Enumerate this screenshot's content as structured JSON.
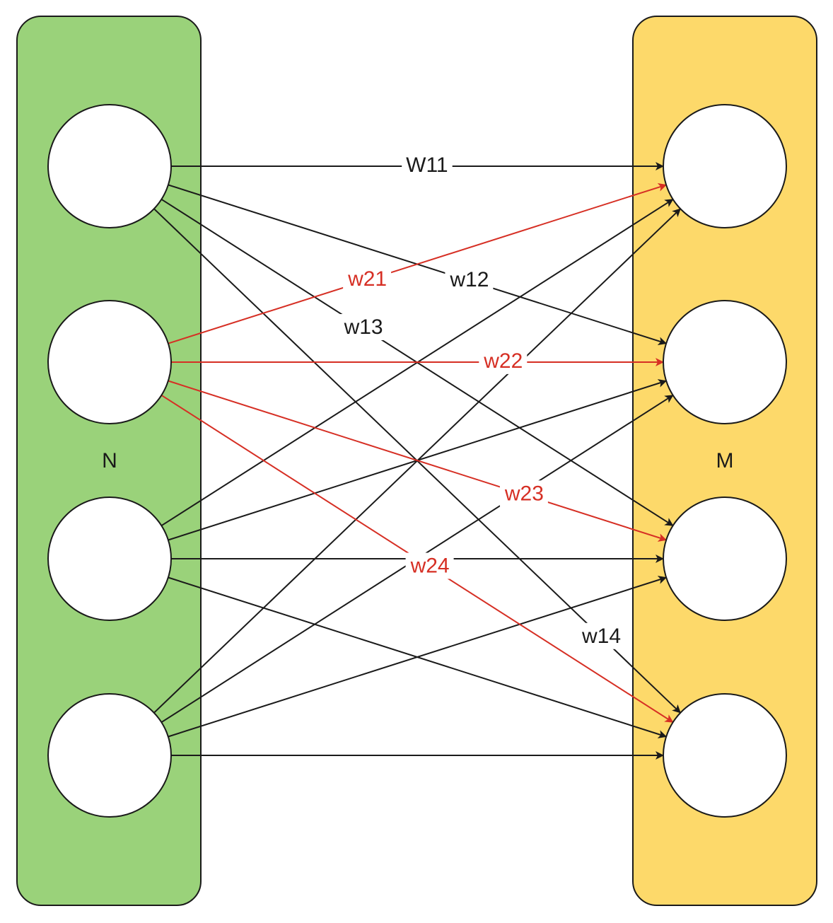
{
  "layers": {
    "input": {
      "label": "N",
      "color": "#9ad27a"
    },
    "output": {
      "label": "M",
      "color": "#fdd96a"
    }
  },
  "colors": {
    "default_edge": "#1a1a1a",
    "highlight_edge": "#d62f24"
  },
  "edges": [
    {
      "from": 1,
      "to": 1,
      "label": "W11",
      "highlight": false
    },
    {
      "from": 1,
      "to": 2,
      "label": "w12",
      "highlight": false
    },
    {
      "from": 1,
      "to": 3,
      "label": "w13",
      "highlight": false
    },
    {
      "from": 1,
      "to": 4,
      "label": "w14",
      "highlight": false
    },
    {
      "from": 2,
      "to": 1,
      "label": "w21",
      "highlight": true
    },
    {
      "from": 2,
      "to": 2,
      "label": "w22",
      "highlight": true
    },
    {
      "from": 2,
      "to": 3,
      "label": "w23",
      "highlight": true
    },
    {
      "from": 2,
      "to": 4,
      "label": "w24",
      "highlight": true
    },
    {
      "from": 3,
      "to": 1,
      "label": "",
      "highlight": false
    },
    {
      "from": 3,
      "to": 2,
      "label": "",
      "highlight": false
    },
    {
      "from": 3,
      "to": 3,
      "label": "",
      "highlight": false
    },
    {
      "from": 3,
      "to": 4,
      "label": "",
      "highlight": false
    },
    {
      "from": 4,
      "to": 1,
      "label": "",
      "highlight": false
    },
    {
      "from": 4,
      "to": 2,
      "label": "",
      "highlight": false
    },
    {
      "from": 4,
      "to": 3,
      "label": "",
      "highlight": false
    },
    {
      "from": 4,
      "to": 4,
      "label": "",
      "highlight": false
    }
  ]
}
